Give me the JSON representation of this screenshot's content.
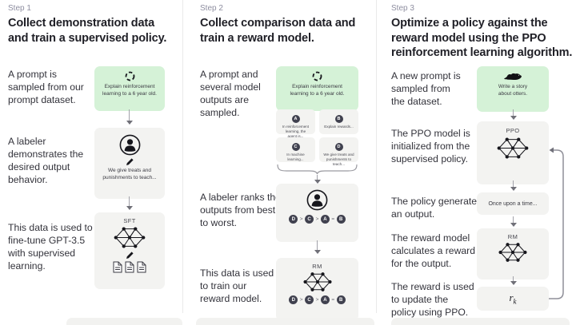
{
  "colors": {
    "prompt_card_green": "#d5f2d7",
    "card_gray": "#f3f3f1",
    "letter_circle": "#40414f"
  },
  "steps": [
    {
      "label": "Step 1",
      "title": "Collect demonstration data\nand train a supervised policy.",
      "rows": {
        "sample_text": "A prompt is\nsampled from our\nprompt dataset.",
        "prompt": "Explain reinforcement\nlearning to a 6 year old.",
        "label_text": "A labeler\ndemonstrates the\ndesired output\nbehavior.",
        "labeler_note": "We give treats and\npunishments to teach...",
        "train_text": "This data is used to\nfine-tune GPT-3.5\nwith supervised\nlearning.",
        "model_label": "SFT"
      }
    },
    {
      "label": "Step 2",
      "title": "Collect comparison data and\ntrain a reward model.",
      "rows": {
        "sample_text": "A prompt and\nseveral model\noutputs are\nsampled.",
        "prompt": "Explain reinforcement\nlearning to a 6 year old.",
        "outputs": [
          {
            "letter": "A",
            "snippet": "In reinforcement\nlearning, the\nagent is..."
          },
          {
            "letter": "B",
            "snippet": "Explain rewards..."
          },
          {
            "letter": "C",
            "snippet": "In machine\nlearning..."
          },
          {
            "letter": "D",
            "snippet": "We give treats and\npunishments to\nteach..."
          }
        ],
        "rank_text": "A labeler ranks the\noutputs from best\nto worst.",
        "ranking": [
          "D",
          ">",
          "C",
          ">",
          "A",
          "=",
          "B"
        ],
        "train_text": "This data is used\nto train our\nreward model.",
        "model_label": "RM"
      }
    },
    {
      "label": "Step 3",
      "title": "Optimize a policy against the\nreward model using the PPO\nreinforcement learning algorithm.",
      "rows": {
        "sample_text": "A new prompt is\nsampled from\nthe dataset.",
        "prompt": "Write a story\nabout otters.",
        "init_text": "The PPO model is\ninitialized from the\nsupervised policy.",
        "ppo_label": "PPO",
        "generate_text": "The policy generates\nan output.",
        "output_text": "Once upon a time...",
        "reward_calc_text": "The reward model\ncalculates a reward\nfor the output.",
        "rm_label": "RM",
        "update_text": "The reward is used\nto update the\npolicy using PPO.",
        "reward_symbol": "r",
        "reward_symbol_sub": "k"
      }
    }
  ]
}
